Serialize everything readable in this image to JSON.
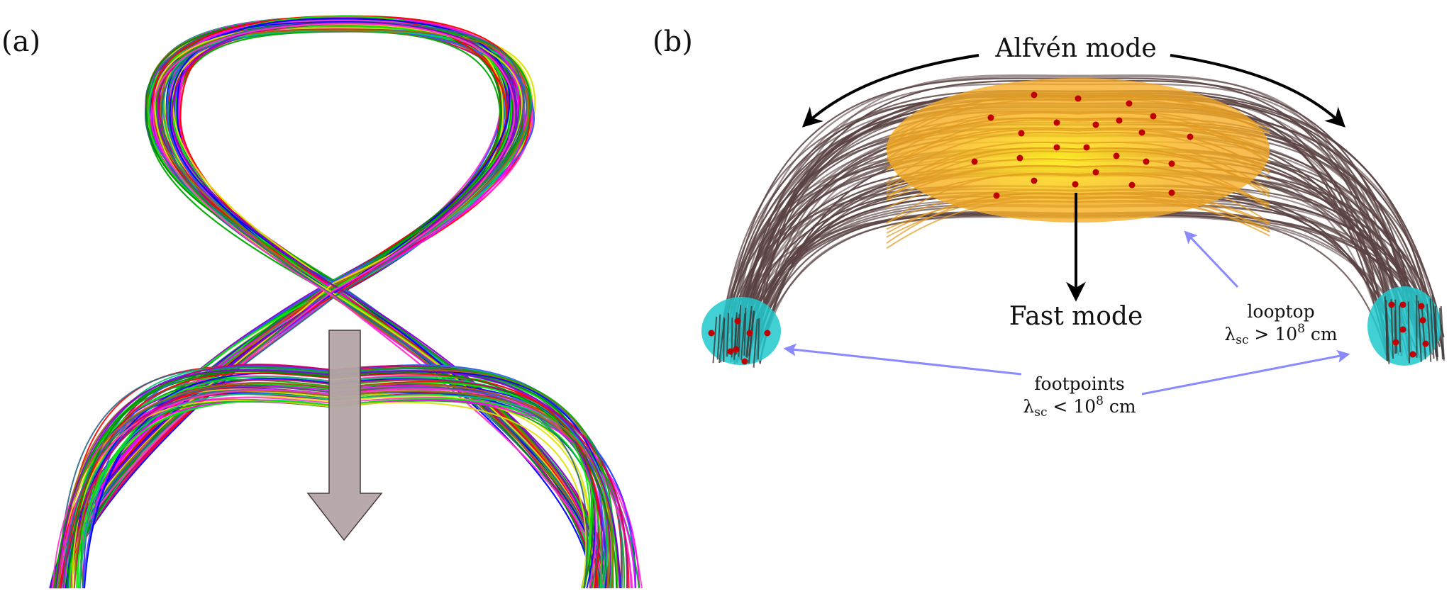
{
  "panel_a": {
    "label": "(a)",
    "strand_colors": [
      "#ff00ff",
      "#ff0000",
      "#00ee00",
      "#0000ff",
      "#00aa00",
      "#a07000",
      "#e0e000",
      "#2a6a8a",
      "#8800cc",
      "#ff33cc",
      "#008800",
      "#3355ff",
      "#cc0066",
      "#00cc66"
    ],
    "arrow_color": "#b4a5a5"
  },
  "panel_b": {
    "label": "(b)",
    "alfven_label": "Alfvén mode",
    "fast_label": "Fast mode",
    "looptop": {
      "line1": "looptop",
      "lambda": "λ",
      "subscript": "sc",
      "relation": " > 10",
      "exponent": "8",
      "unit": " cm"
    },
    "footpoints": {
      "line1": "footpoints",
      "lambda": "λ",
      "subscript": "sc",
      "relation": " < 10",
      "exponent": "8",
      "unit": " cm"
    },
    "colors": {
      "loop_strand": "#5a4242",
      "looptop_region": "#f4a623",
      "footpoint_region": "#20c8cc",
      "dots": "#c00000",
      "pointer_arrows": "#8a8aff"
    }
  }
}
